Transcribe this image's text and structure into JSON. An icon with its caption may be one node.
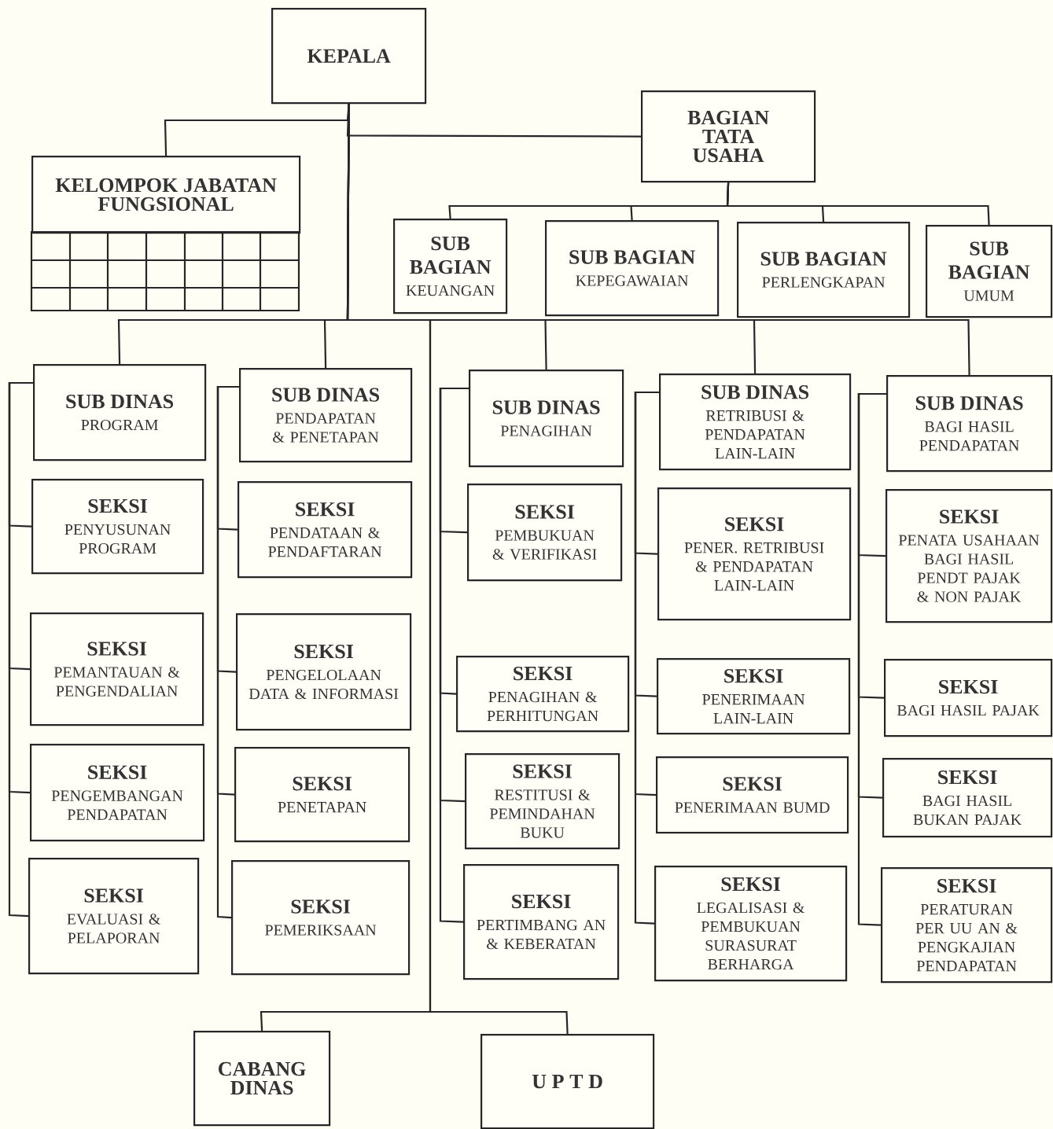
{
  "diagram": {
    "nodes": [
      {
        "text": [
          "KEPALA"
        ]
      },
      {
        "text": [
          "BAGIAN TATA USAHA"
        ]
      },
      {
        "text": [
          "KELOMPOK JABATAN FUNGSIONAL"
        ]
      },
      {
        "text": [
          "SUB BAGIAN",
          "KEUANGAN"
        ]
      },
      {
        "text": [
          "SUB BAGIAN",
          "KEPEGAWAIAN"
        ]
      },
      {
        "text": [
          "SUB BAGIAN",
          "PERLENGKAPAN"
        ]
      },
      {
        "text": [
          "SUB BAGIAN",
          "UMUM"
        ]
      },
      {
        "text": [
          "SUB DINAS",
          "PROGRAM"
        ]
      },
      {
        "text": [
          "SEKSI",
          "PENYUSUNAN PROGRAM"
        ]
      },
      {
        "text": [
          "SEKSI",
          "PEMANTAUAN & PENGENDALIAN"
        ]
      },
      {
        "text": [
          "SEKSI",
          "PENGEMBANGAN PENDAPATAN"
        ]
      },
      {
        "text": [
          "SEKSI",
          "EVALUASI & PELAPORAN"
        ]
      },
      {
        "text": [
          "SUB DINAS",
          "PENDAPATAN & PENETAPAN"
        ]
      },
      {
        "text": [
          "SEKSI",
          "PENDATAAN & PENDAFTARAN"
        ]
      },
      {
        "text": [
          "SEKSI",
          "PENGELOLAAN DATA & INFORMASI"
        ]
      },
      {
        "text": [
          "SEKSI",
          "PENETAPAN"
        ]
      },
      {
        "text": [
          "SEKSI",
          "PEMERIKSAAN"
        ]
      },
      {
        "text": [
          "SUB DINAS",
          "PENAGIHAN"
        ]
      },
      {
        "text": [
          "SEKSI",
          "PEMBUKUAN & VERIFIKASI"
        ]
      },
      {
        "text": [
          "SEKSI",
          "PENAGIHAN & PERHITUNGAN"
        ]
      },
      {
        "text": [
          "SEKSI",
          "RESTITUSI & PEMINDAHAN BUKU"
        ]
      },
      {
        "text": [
          "SEKSI",
          "PERTIMBANG AN & KEBERATAN"
        ]
      },
      {
        "text": [
          "SUB DINAS",
          "RETRIBUSI & PENDAPATAN LAIN-LAIN"
        ]
      },
      {
        "text": [
          "SEKSI",
          "PENER. RETRIBUSI & PENDAPATAN LAIN-LAIN"
        ]
      },
      {
        "text": [
          "SEKSI",
          "PENERIMAAN LAIN-LAIN"
        ]
      },
      {
        "text": [
          "SEKSI",
          "PENERIMAAN BUMD"
        ]
      },
      {
        "text": [
          "SEKSI",
          "LEGALISASI & PEMBUKUAN SURASURAT BERHARGA"
        ]
      },
      {
        "text": [
          "SUB DINAS",
          "BAGI HASIL PENDAPATAN"
        ]
      },
      {
        "text": [
          "SEKSI",
          "PENATA USAHAAN BAGI HASIL PENDT PAJAK & NON PAJAK"
        ]
      },
      {
        "text": [
          "SEKSI",
          "BAGI HASIL PAJAK"
        ]
      },
      {
        "text": [
          "SEKSI",
          "BAGI HASIL BUKAN PAJAK"
        ]
      },
      {
        "text": [
          "SEKSI",
          "PERATURAN PER UU AN & PENGKAJIAN PENDAPATAN"
        ]
      },
      {
        "text": [
          "CABANG DINAS"
        ]
      },
      {
        "text": [
          "U P T D"
        ]
      }
    ],
    "edges": [
      {
        "from": 0,
        "to": 1,
        "arrow": "none"
      },
      {
        "from": 0,
        "to": 2,
        "arrow": "none"
      },
      {
        "from": 1,
        "to": 3,
        "arrow": "none"
      },
      {
        "from": 1,
        "to": 4,
        "arrow": "none"
      },
      {
        "from": 1,
        "to": 5,
        "arrow": "none"
      },
      {
        "from": 1,
        "to": 6,
        "arrow": "none"
      },
      {
        "from": 0,
        "to": 7,
        "arrow": "none"
      },
      {
        "from": 0,
        "to": 12,
        "arrow": "none"
      },
      {
        "from": 0,
        "to": 17,
        "arrow": "none"
      },
      {
        "from": 0,
        "to": 22,
        "arrow": "none"
      },
      {
        "from": 0,
        "to": 27,
        "arrow": "none"
      },
      {
        "from": 7,
        "to": 8,
        "arrow": "none"
      },
      {
        "from": 7,
        "to": 9,
        "arrow": "none"
      },
      {
        "from": 7,
        "to": 10,
        "arrow": "none"
      },
      {
        "from": 7,
        "to": 11,
        "arrow": "none"
      },
      {
        "from": 12,
        "to": 13,
        "arrow": "none"
      },
      {
        "from": 12,
        "to": 14,
        "arrow": "none"
      },
      {
        "from": 12,
        "to": 15,
        "arrow": "none"
      },
      {
        "from": 12,
        "to": 16,
        "arrow": "none"
      },
      {
        "from": 17,
        "to": 18,
        "arrow": "none"
      },
      {
        "from": 17,
        "to": 19,
        "arrow": "none"
      },
      {
        "from": 17,
        "to": 20,
        "arrow": "none"
      },
      {
        "from": 17,
        "to": 21,
        "arrow": "none"
      },
      {
        "from": 22,
        "to": 23,
        "arrow": "none"
      },
      {
        "from": 22,
        "to": 24,
        "arrow": "none"
      },
      {
        "from": 22,
        "to": 25,
        "arrow": "none"
      },
      {
        "from": 22,
        "to": 26,
        "arrow": "none"
      },
      {
        "from": 27,
        "to": 28,
        "arrow": "none"
      },
      {
        "from": 27,
        "to": 29,
        "arrow": "none"
      },
      {
        "from": 27,
        "to": 30,
        "arrow": "none"
      },
      {
        "from": 27,
        "to": 31,
        "arrow": "none"
      },
      {
        "from": 0,
        "to": 32,
        "arrow": "none"
      },
      {
        "from": 0,
        "to": 33,
        "arrow": "none"
      }
    ]
  }
}
